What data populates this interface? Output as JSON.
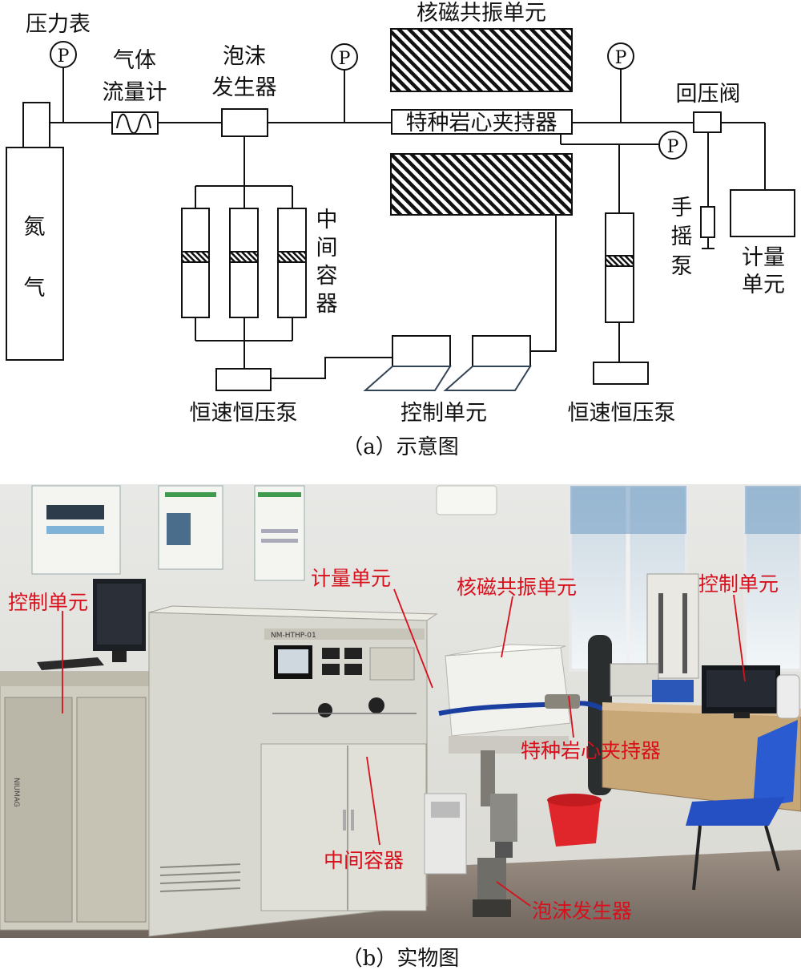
{
  "schematic": {
    "labels": {
      "pressure_gauge": "压力表",
      "gauge_symbol": "P",
      "flowmeter_line1": "气体",
      "flowmeter_line2": "流量计",
      "foam_gen_line1": "泡沫",
      "foam_gen_line2": "发生器",
      "nmr_unit": "核磁共振单元",
      "core_holder": "特种岩心夹持器",
      "back_pressure_valve": "回压阀",
      "nitrogen_c1": "氮",
      "nitrogen_c2": "气",
      "intermediate_c1": "中",
      "intermediate_c2": "间",
      "intermediate_c3": "容",
      "intermediate_c4": "器",
      "hand_pump_c1": "手",
      "hand_pump_c2": "摇",
      "hand_pump_c3": "泵",
      "metering_line1": "计量",
      "metering_line2": "单元",
      "pump_left": "恒速恒压泵",
      "control_unit": "控制单元",
      "pump_right": "恒速恒压泵"
    },
    "caption": "（a）示意图"
  },
  "photo": {
    "labels": {
      "control_left": "控制单元",
      "metering": "计量单元",
      "nmr": "核磁共振单元",
      "control_right": "控制单元",
      "core_holder": "特种岩心夹持器",
      "intermediate": "中间容器",
      "foam_gen": "泡沫发生器",
      "panel_text": "NM-HTHP-01",
      "cabinet_text": "NIUMAG"
    },
    "caption": "（b）实物图",
    "colors": {
      "label": "#d8101c"
    }
  }
}
